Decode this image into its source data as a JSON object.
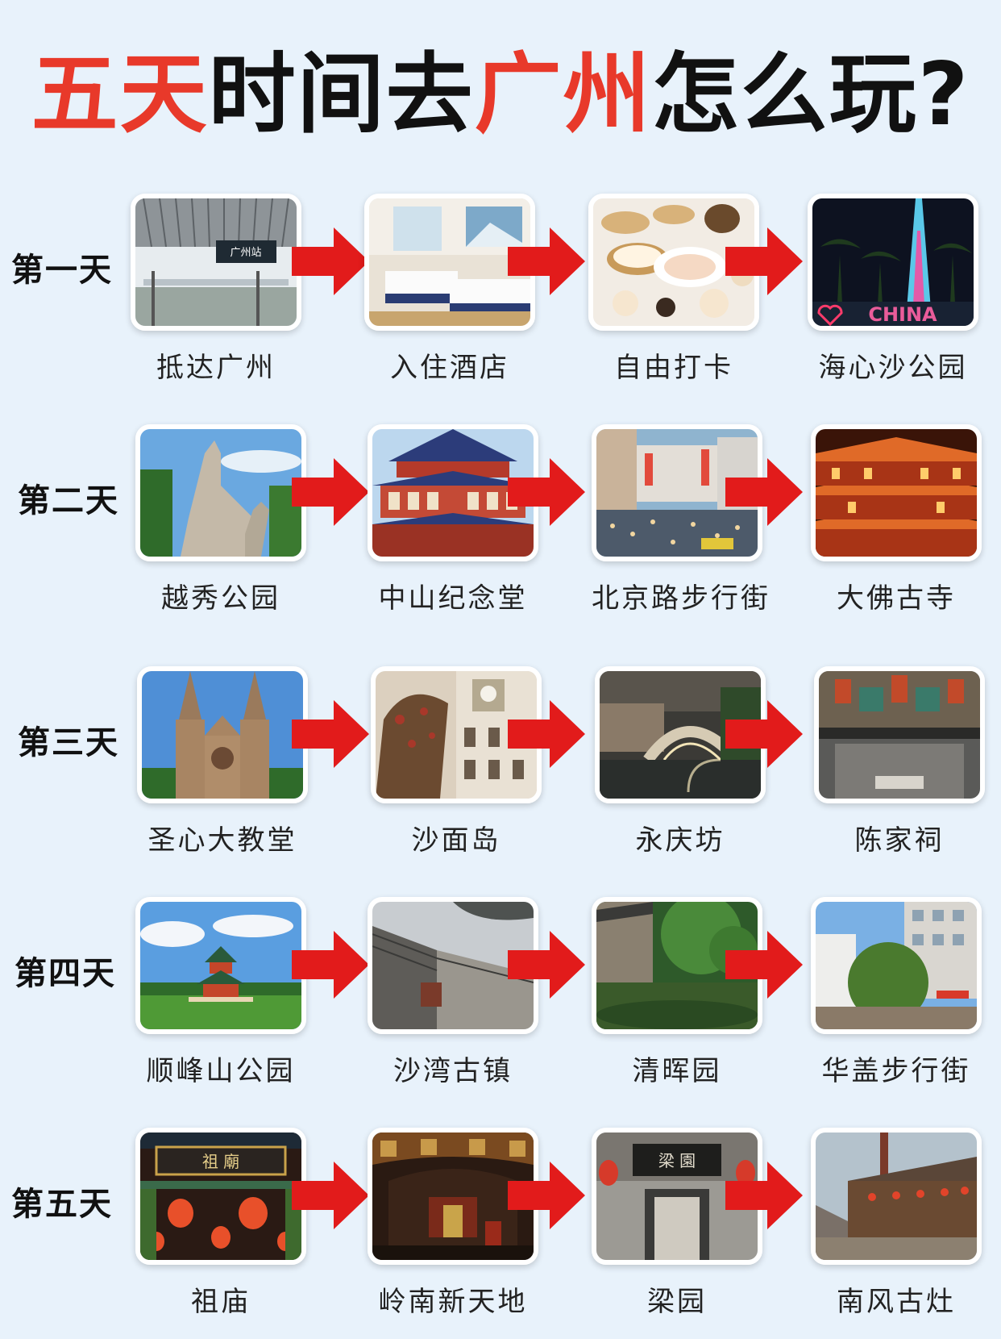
{
  "title": {
    "part1": "五天",
    "part2": "时间去",
    "part3": "广州",
    "part4": "怎么玩?"
  },
  "colors": {
    "accent_red": "#e8392a",
    "arrow_red": "#e21b1b",
    "background": "#e8f2fb"
  },
  "days": [
    {
      "label": "第一天",
      "stops": [
        {
          "name": "抵达广州",
          "sign": "广州站"
        },
        {
          "name": "入住酒店"
        },
        {
          "name": "自由打卡"
        },
        {
          "name": "海心沙公园",
          "sign": "CHINA"
        }
      ]
    },
    {
      "label": "第二天",
      "stops": [
        {
          "name": "越秀公园"
        },
        {
          "name": "中山纪念堂"
        },
        {
          "name": "北京路步行街"
        },
        {
          "name": "大佛古寺"
        }
      ]
    },
    {
      "label": "第三天",
      "stops": [
        {
          "name": "圣心大教堂"
        },
        {
          "name": "沙面岛"
        },
        {
          "name": "永庆坊"
        },
        {
          "name": "陈家祠"
        }
      ]
    },
    {
      "label": "第四天",
      "stops": [
        {
          "name": "顺峰山公园"
        },
        {
          "name": "沙湾古镇"
        },
        {
          "name": "清晖园"
        },
        {
          "name": "华盖步行街"
        }
      ]
    },
    {
      "label": "第五天",
      "stops": [
        {
          "name": "祖庙",
          "sign": "祖 廟"
        },
        {
          "name": "岭南新天地"
        },
        {
          "name": "梁园",
          "sign": "梁 園"
        },
        {
          "name": "南风古灶"
        }
      ]
    }
  ]
}
